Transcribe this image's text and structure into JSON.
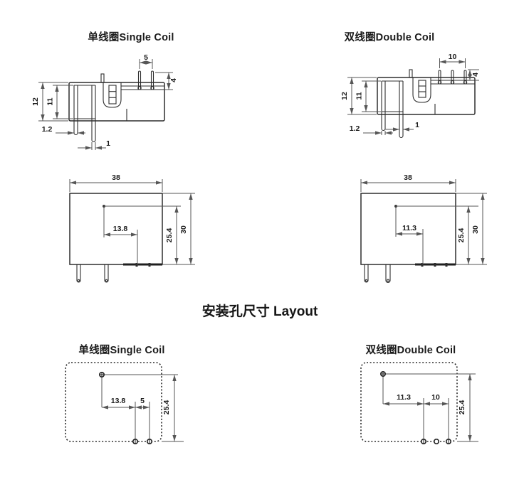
{
  "colors": {
    "ink": "#2e2e2e",
    "dim_line": "#565656",
    "text": "#1b1b1b",
    "background": "#ffffff"
  },
  "sections": {
    "side_single": {
      "title": "单线圈Single Coil",
      "dims": {
        "pin_pitch": "5",
        "pin_height": "4",
        "body_height": "12",
        "window_height": "11",
        "pin_width_a": "1.2",
        "pin_width_b": "1"
      }
    },
    "side_double": {
      "title": "双线圈Double Coil",
      "dims": {
        "pin_pitch": "10",
        "pin_height": "4",
        "body_height": "12",
        "window_height": "11",
        "pin_width_a": "1.2",
        "pin_width_b": "1"
      }
    },
    "front_single": {
      "dims": {
        "body_width": "38",
        "hole_offset": "13.8",
        "inner_height": "25.4",
        "total_height": "30"
      }
    },
    "front_double": {
      "dims": {
        "body_width": "38",
        "hole_offset": "11.3",
        "inner_height": "25.4",
        "total_height": "30"
      }
    },
    "layout": {
      "heading": "安装孔尺寸 Layout",
      "single": {
        "title": "单线圈Single Coil",
        "dims": {
          "hole_offset": "13.8",
          "pin_pitch": "5",
          "vertical": "25.4"
        }
      },
      "double": {
        "title": "双线圈Double Coil",
        "dims": {
          "hole_offset": "11.3",
          "pin_pitch": "10",
          "vertical": "25.4"
        }
      }
    }
  }
}
